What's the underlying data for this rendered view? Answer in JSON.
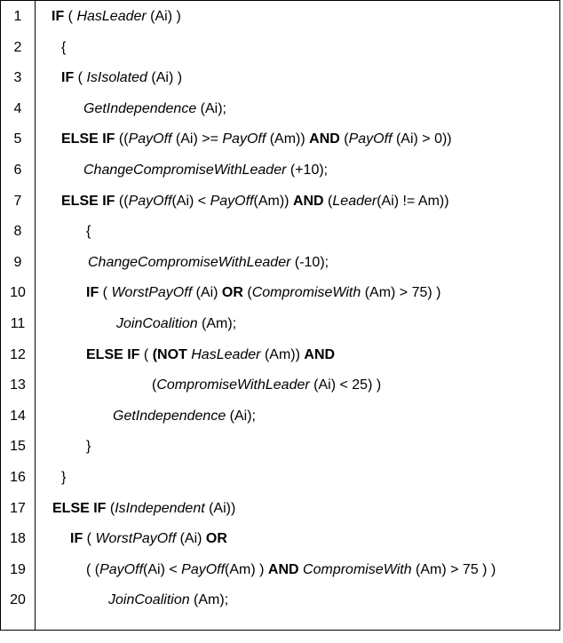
{
  "lines": [
    {
      "n": "1",
      "parts": [
        {
          "t": "IF ",
          "s": "b"
        },
        {
          "t": "( "
        },
        {
          "t": "HasLeader",
          "s": "i"
        },
        {
          "t": " (Ai) )"
        }
      ]
    },
    {
      "n": "2",
      "parts": [
        {
          "t": "{"
        }
      ]
    },
    {
      "n": "3",
      "parts": [
        {
          "t": "IF ",
          "s": "b"
        },
        {
          "t": "( "
        },
        {
          "t": "IsIsolated",
          "s": "i"
        },
        {
          "t": " (Ai) )"
        }
      ]
    },
    {
      "n": "4",
      "parts": [
        {
          "t": "GetIndependence",
          "s": "i"
        },
        {
          "t": " (Ai);"
        }
      ]
    },
    {
      "n": "5",
      "parts": [
        {
          "t": "ELSE IF ",
          "s": "b"
        },
        {
          "t": "(("
        },
        {
          "t": "PayOff",
          "s": "i"
        },
        {
          "t": " (Ai) >= "
        },
        {
          "t": "PayOff",
          "s": "i"
        },
        {
          "t": " (Am)) "
        },
        {
          "t": "AND",
          "s": "b"
        },
        {
          "t": " ("
        },
        {
          "t": "PayOff",
          "s": "i"
        },
        {
          "t": " (Ai) > 0))"
        }
      ]
    },
    {
      "n": "6",
      "parts": [
        {
          "t": "ChangeCompromiseWithLeader",
          "s": "i"
        },
        {
          "t": " (+10);"
        }
      ]
    },
    {
      "n": "7",
      "parts": [
        {
          "t": "ELSE IF ",
          "s": "b"
        },
        {
          "t": "(("
        },
        {
          "t": "PayOff",
          "s": "i"
        },
        {
          "t": "(Ai) < "
        },
        {
          "t": "PayOff",
          "s": "i"
        },
        {
          "t": "(Am)) "
        },
        {
          "t": "AND",
          "s": "b"
        },
        {
          "t": " ("
        },
        {
          "t": "Leader",
          "s": "i"
        },
        {
          "t": "(Ai) != Am))"
        }
      ]
    },
    {
      "n": "8",
      "parts": [
        {
          "t": "{"
        }
      ]
    },
    {
      "n": "9",
      "parts": [
        {
          "t": "ChangeCompromiseWithLeader",
          "s": "i"
        },
        {
          "t": " (-10);"
        }
      ]
    },
    {
      "n": "10",
      "parts": [
        {
          "t": "IF ",
          "s": "b"
        },
        {
          "t": "( "
        },
        {
          "t": "WorstPayOff",
          "s": "i"
        },
        {
          "t": " (Ai) "
        },
        {
          "t": "OR",
          "s": "b"
        },
        {
          "t": " ("
        },
        {
          "t": "CompromiseWith",
          "s": "i"
        },
        {
          "t": " (Am) > 75) )"
        }
      ]
    },
    {
      "n": "11",
      "parts": [
        {
          "t": "JoinCoalition",
          "s": "i"
        },
        {
          "t": " (Am);"
        }
      ]
    },
    {
      "n": "12",
      "parts": [
        {
          "t": "ELSE IF ",
          "s": "b"
        },
        {
          "t": "( "
        },
        {
          "t": "(NOT ",
          "s": "b"
        },
        {
          "t": "HasLeader",
          "s": "i"
        },
        {
          "t": " (Am)) "
        },
        {
          "t": "AND",
          "s": "b"
        }
      ]
    },
    {
      "n": "13",
      "parts": [
        {
          "t": "("
        },
        {
          "t": "CompromiseWithLeader",
          "s": "i"
        },
        {
          "t": " (Ai) < 25) )"
        }
      ]
    },
    {
      "n": "14",
      "parts": [
        {
          "t": "GetIndependence",
          "s": "i"
        },
        {
          "t": " (Ai);"
        }
      ]
    },
    {
      "n": "15",
      "parts": [
        {
          "t": "}"
        }
      ]
    },
    {
      "n": "16",
      "parts": [
        {
          "t": "}"
        }
      ]
    },
    {
      "n": "17",
      "parts": [
        {
          "t": "ELSE IF ",
          "s": "b"
        },
        {
          "t": "("
        },
        {
          "t": "IsIndependent",
          "s": "i"
        },
        {
          "t": " (Ai))"
        }
      ]
    },
    {
      "n": "18",
      "parts": [
        {
          "t": "IF ",
          "s": "b"
        },
        {
          "t": "(  "
        },
        {
          "t": "WorstPayOff",
          "s": "i"
        },
        {
          "t": " (Ai) "
        },
        {
          "t": "OR",
          "s": "b"
        }
      ]
    },
    {
      "n": "19",
      "parts": [
        {
          "t": "( ("
        },
        {
          "t": "PayOff",
          "s": "i"
        },
        {
          "t": "(Ai) < "
        },
        {
          "t": "PayOff",
          "s": "i"
        },
        {
          "t": "(Am) ) "
        },
        {
          "t": "AND",
          "s": "b"
        },
        {
          "t": " "
        },
        {
          "t": "CompromiseWith",
          "s": "i"
        },
        {
          "t": " (Am) > 75 ) )"
        }
      ]
    },
    {
      "n": "20",
      "parts": [
        {
          "t": "JoinCoalition",
          "s": "i"
        },
        {
          "t": " (Am);"
        }
      ]
    }
  ]
}
